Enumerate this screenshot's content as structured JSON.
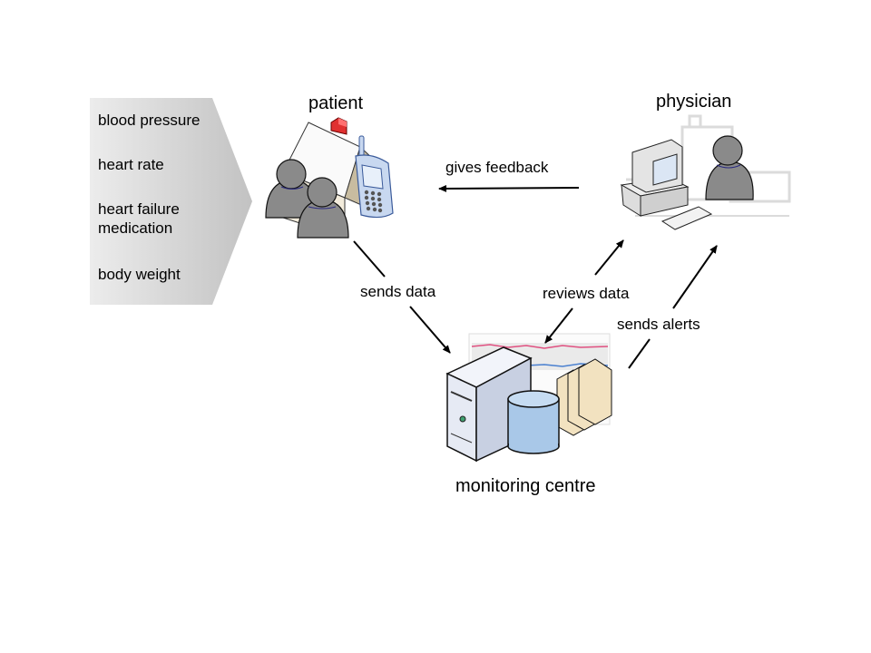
{
  "diagram": {
    "inputs_box": {
      "items": [
        "blood pressure",
        "heart rate",
        "heart failure\nmedication",
        "body weight"
      ],
      "item_lines": {
        "item0": "blood pressure",
        "item1": "heart rate",
        "item2_line1": "heart failure",
        "item2_line2": "medication",
        "item3": "body weight"
      },
      "fill_light": "#ececec",
      "fill_dark": "#c2c2c2"
    },
    "nodes": {
      "patient": {
        "label": "patient",
        "icons": [
          "house-icon",
          "people-icon",
          "mobile-phone-icon"
        ]
      },
      "physician": {
        "label": "physician",
        "icons": [
          "hospital-icon",
          "computer-icon",
          "person-icon"
        ]
      },
      "monitoring_centre": {
        "label": "monitoring centre",
        "icons": [
          "server-icon",
          "database-icon",
          "folders-icon",
          "monitoring-chart-icon"
        ]
      }
    },
    "edges": {
      "gives_feedback": {
        "label": "gives feedback",
        "from": "physician",
        "to": "patient"
      },
      "sends_data": {
        "label": "sends data",
        "from": "patient",
        "to": "monitoring centre"
      },
      "reviews_data": {
        "label": "reviews data",
        "from": "physician",
        "to": "monitoring centre",
        "bidirectional": true
      },
      "sends_alerts": {
        "label": "sends alerts",
        "from": "monitoring centre",
        "to": "physician"
      }
    },
    "colors": {
      "person": "#8a8a8a",
      "person_outline": "#1a1a40",
      "roof_chimney": "#e03030",
      "phone": "#c8d8f0",
      "database": "#a9c8e8",
      "folder": "#f2e2c0",
      "arrow": "#000000"
    }
  }
}
